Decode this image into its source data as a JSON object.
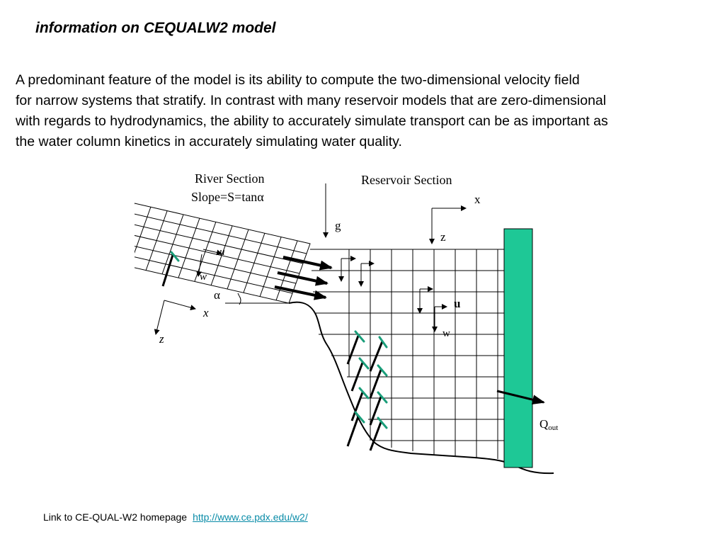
{
  "title": "information on CEQUALW2 model",
  "body_lines": [
    "A predominant feature of the model is its ability to compute the two-dimensional velocity field",
    "for narrow systems that stratify. In contrast with many reservoir models that are zero-dimensional",
    "with regards to hydrodynamics, the ability to accurately simulate transport can be as important as",
    "the water column kinetics in accurately simulating water quality."
  ],
  "diagram": {
    "river_section_label": "River Section",
    "slope_label": "Slope=S=tanα",
    "reservoir_section_label": "Reservoir Section",
    "g_label": "g",
    "x_label": "x",
    "z_label": "z",
    "u_label": "u",
    "w_label": "w",
    "alpha_label": "α",
    "q_out_main": "Q",
    "q_out_sub": "out",
    "colors": {
      "dam": "#1ec896",
      "grid": "#000000",
      "plant_leaf": "#1a9e7a"
    }
  },
  "footer": {
    "text": "Link to CE-QUAL-W2 homepage",
    "link": "http://www.ce.pdx.edu/w2/"
  }
}
